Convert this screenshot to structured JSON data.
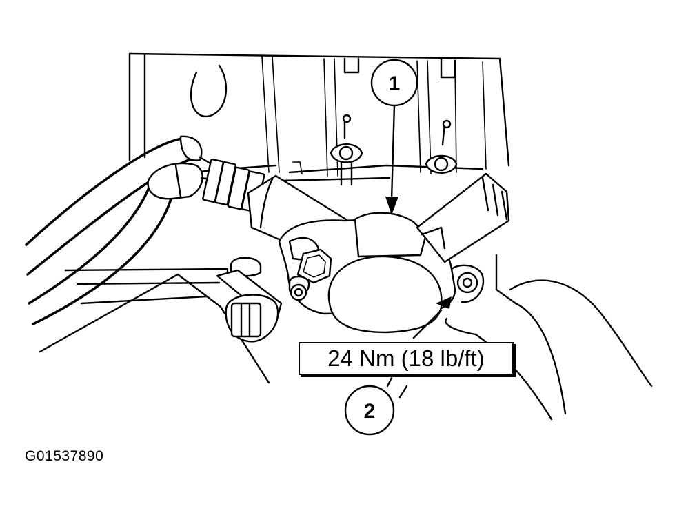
{
  "callouts": [
    {
      "id": "callout-1",
      "label": "1"
    },
    {
      "id": "callout-2",
      "label": "2"
    }
  ],
  "torque_spec": "24 Nm (18 lb/ft)",
  "figure_id": "G01537890"
}
